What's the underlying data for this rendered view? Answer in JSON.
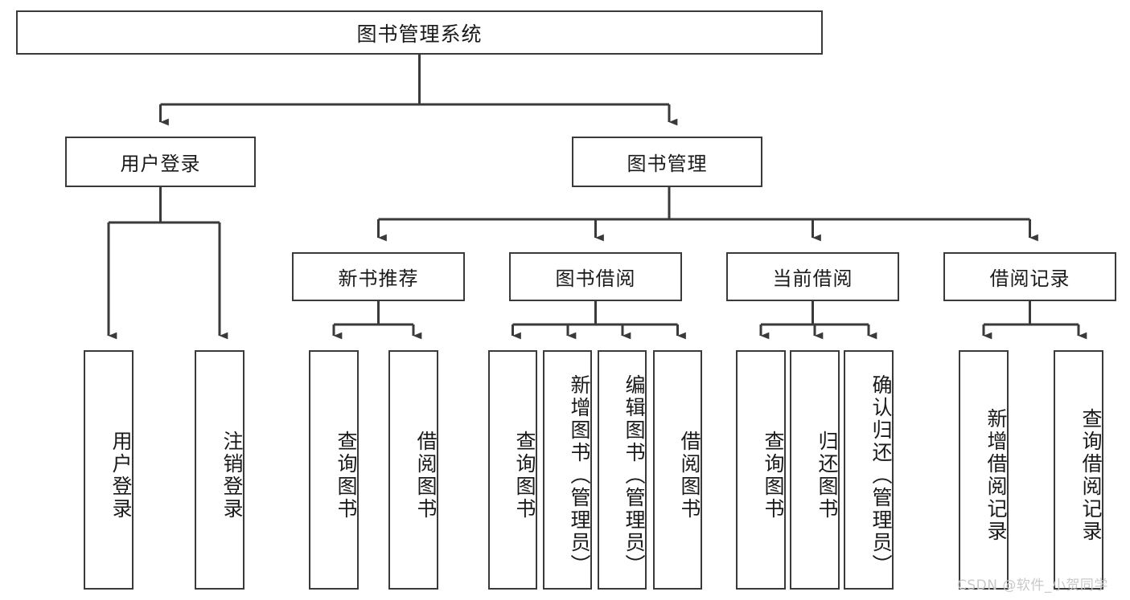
{
  "diagram": {
    "type": "tree",
    "title": "图书管理系统",
    "orientation": "top-down",
    "colors": {
      "box_border": "#3a3a3a",
      "box_fill": "#ffffff",
      "connector": "#3a3a3a",
      "text": "#1a1a1a",
      "watermark": "#c9c9c9",
      "background": "#ffffff"
    },
    "root": {
      "label": "图书管理系统"
    },
    "level2": [
      {
        "label": "用户登录"
      },
      {
        "label": "图书管理"
      }
    ],
    "level3": [
      {
        "label": "新书推荐"
      },
      {
        "label": "图书借阅"
      },
      {
        "label": "当前借阅"
      },
      {
        "label": "借阅记录"
      }
    ],
    "leaves": {
      "user_login": [
        {
          "label": "用户登录"
        },
        {
          "label": "注销登录"
        }
      ],
      "new_book_recommend": [
        {
          "label": "查询图书"
        },
        {
          "label": "借阅图书"
        }
      ],
      "book_borrow": [
        {
          "label": "查询图书"
        },
        {
          "label": "新增图书（管理员）"
        },
        {
          "label": "编辑图书（管理员）"
        },
        {
          "label": "借阅图书"
        }
      ],
      "current_borrow": [
        {
          "label": "查询图书"
        },
        {
          "label": "归还图书"
        },
        {
          "label": "确认归还（管理员）"
        }
      ],
      "borrow_record": [
        {
          "label": "新增借阅记录"
        },
        {
          "label": "查询借阅记录"
        }
      ]
    }
  },
  "watermark": {
    "text": "CSDN @软件_小贺同学"
  }
}
